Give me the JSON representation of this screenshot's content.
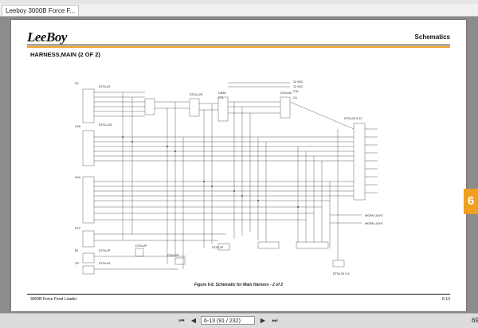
{
  "window": {
    "tab_title": "Leeboy 3000B Force F..."
  },
  "document": {
    "logo": "LeeBoy",
    "section_header": "Schematics",
    "schematic_title": "HARNESS,MAIN (2 OF 2)",
    "figure_caption": "Figure 6-8.  Schematic for Main Harness - 2 of 2",
    "footer_left": "3000B Force Feed Loader",
    "footer_right": "6-13",
    "chapter_tab": "6",
    "connectors": {
      "c1": "DT04-4S",
      "c2": "DT04-12S",
      "c3": "DT04-12S",
      "c4": "DT04-6S",
      "c5": "DT04-2P",
      "c6": "DT04-2P",
      "c7": "DT04-4S",
      "c8": "DT04-25 X 12",
      "c9": "DT04-2P",
      "c10": "DT04-25 X 5",
      "c11": "DT04-2P"
    },
    "labels": {
      "l1": "SC",
      "l2": "C4A",
      "l3": "HVC",
      "l4": "ST2",
      "l5": "B2",
      "l6": "CP",
      "l7": "CNAV",
      "l8": "CTL",
      "l9": "CSL",
      "l10": "C6",
      "l11": "12 VDC",
      "l12": "12 VDC",
      "l13": "WORK LIGHT",
      "l14": "WORK LIGHT"
    }
  },
  "navigation": {
    "page_field": "6-13 (91 / 232)",
    "zoom": "69",
    "first_icon": "first-page-icon",
    "prev_icon": "prev-page-icon",
    "next_icon": "next-page-icon",
    "last_icon": "last-page-icon"
  },
  "colors": {
    "accent": "#f0a020",
    "page": "#ffffff",
    "viewer": "#8c8c8c"
  }
}
